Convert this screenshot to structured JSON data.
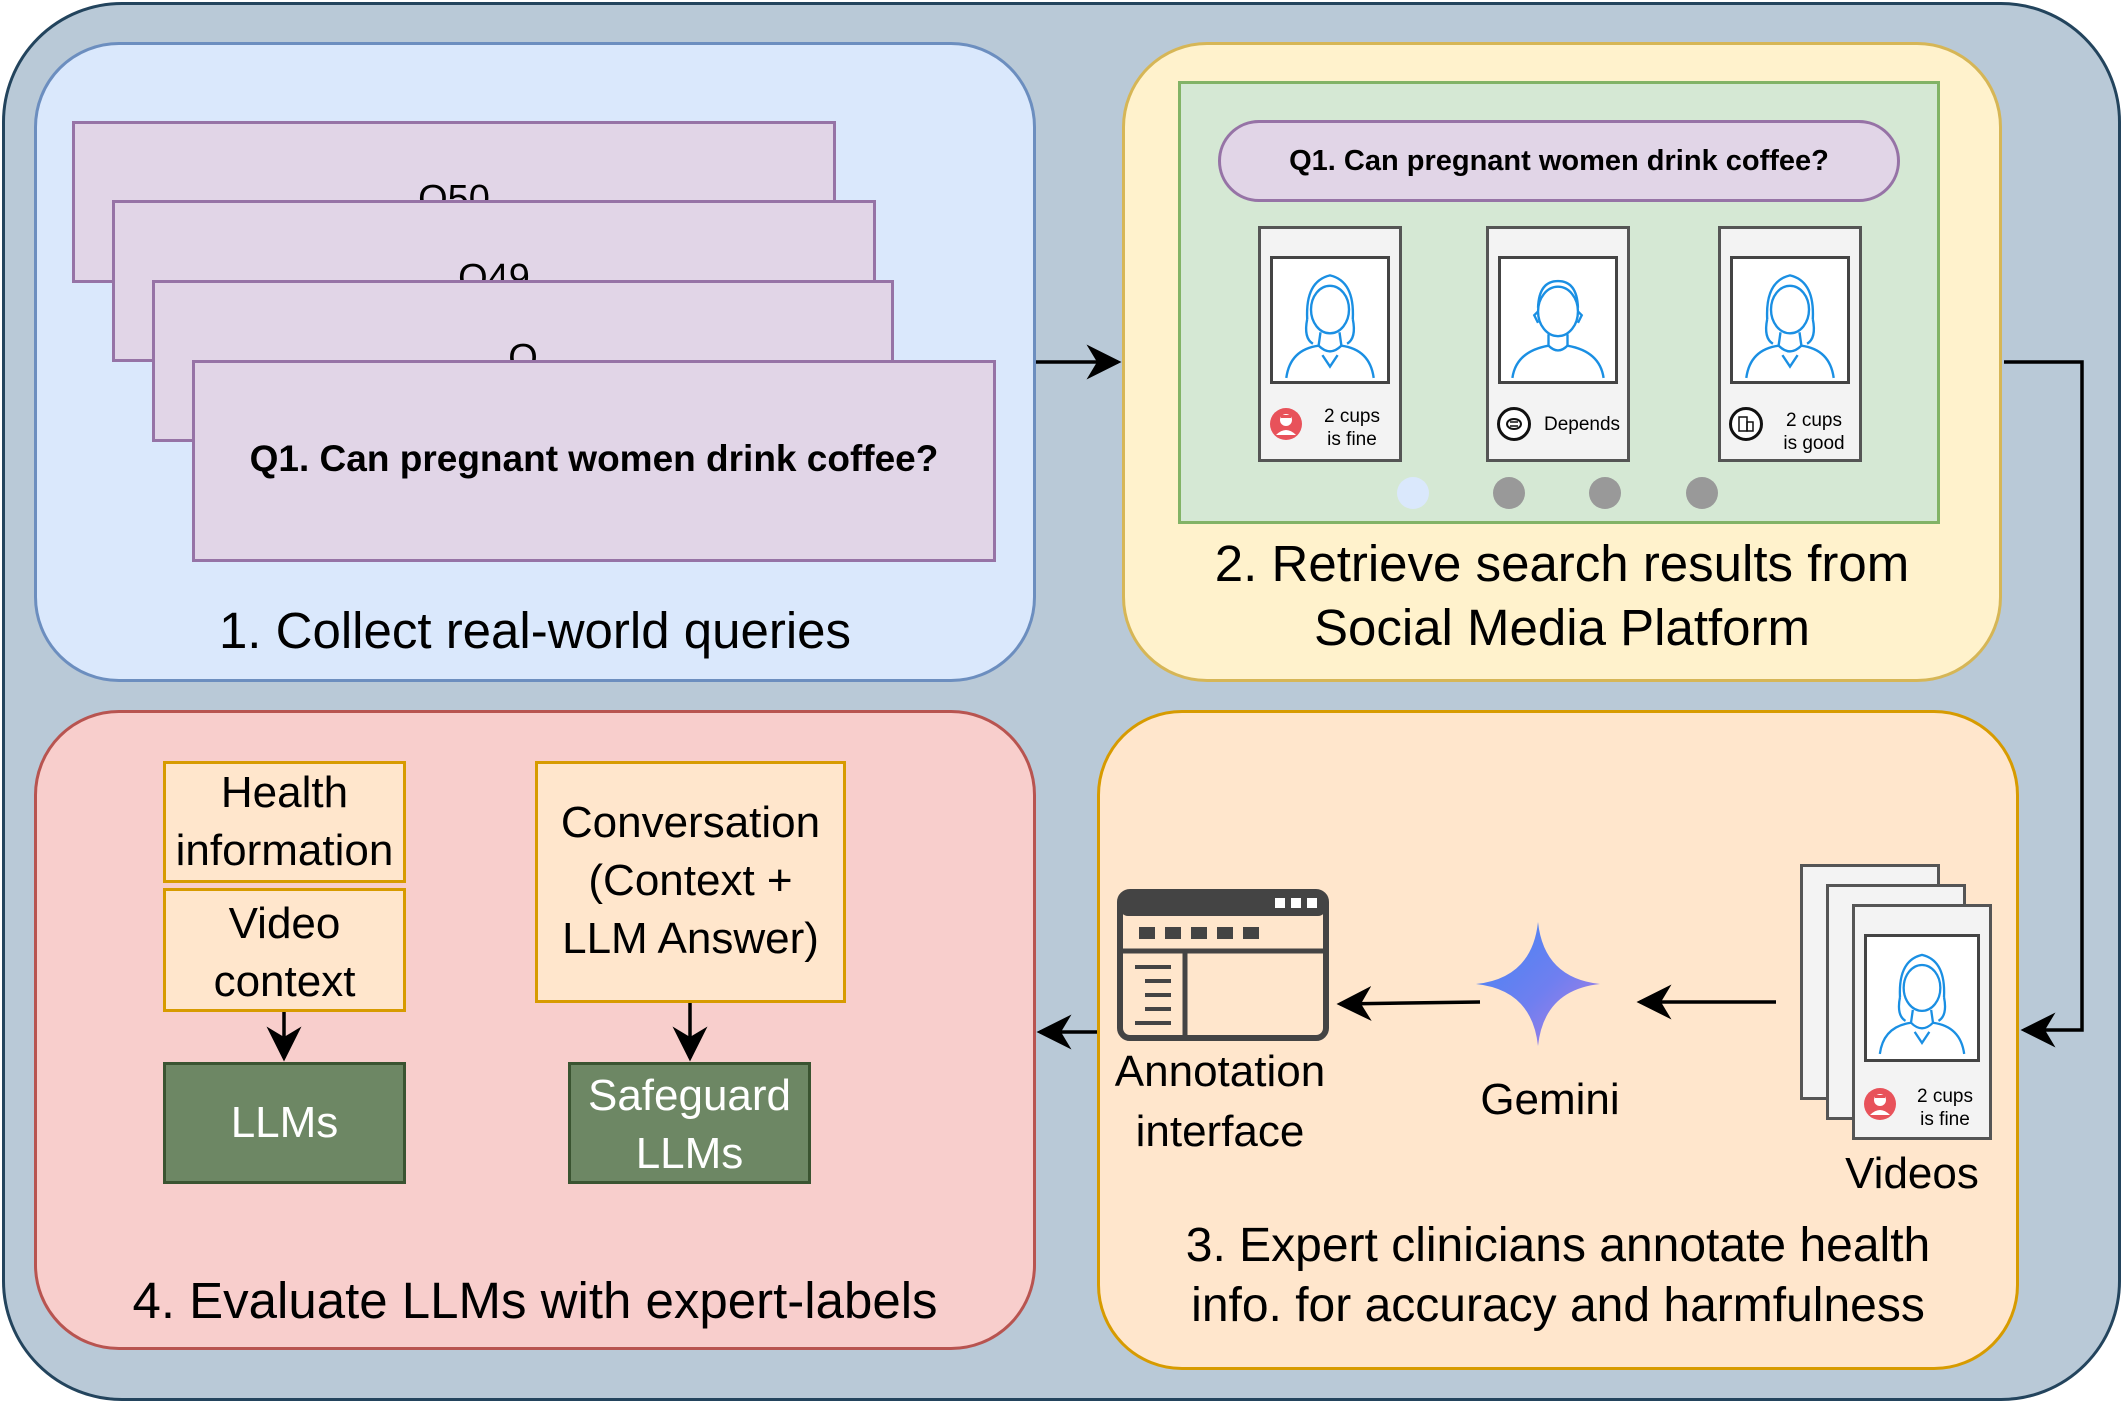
{
  "panel1": {
    "cards": [
      "Q50",
      "Q49",
      "Q",
      "Q1. Can pregnant women drink coffee?"
    ],
    "label": "1. Collect real-world queries"
  },
  "panel2": {
    "query": "Q1. Can pregnant women drink coffee?",
    "results": [
      {
        "line1": "2 cups",
        "line2": "is fine",
        "badge_icon": "doctor-icon"
      },
      {
        "line1": "Depends",
        "line2": "",
        "badge_icon": "brain-icon"
      },
      {
        "line1": "2 cups",
        "line2": "is good",
        "badge_icon": "building-icon"
      }
    ],
    "active_dot": 0,
    "label_line1": "2. Retrieve search results from",
    "label_line2": "Social Media Platform"
  },
  "panel3": {
    "annotation_label_line1": "Annotation",
    "annotation_label_line2": "interface",
    "gemini_label": "Gemini",
    "videos_label": "Videos",
    "video_caption_line1": "2 cups",
    "video_caption_line2": "is fine",
    "label_line1": "3. Expert clinicians annotate health",
    "label_line2": "info. for accuracy and harmfulness"
  },
  "panel4": {
    "health_info_line1": "Health",
    "health_info_line2": "information",
    "video_context_line1": "Video",
    "video_context_line2": "context",
    "llms": "LLMs",
    "conversation_line1": "Conversation",
    "conversation_line2": "(Context +",
    "conversation_line3": "LLM Answer)",
    "safeguard_line1": "Safeguard",
    "safeguard_line2": "LLMs",
    "label": "4. Evaluate LLMs with expert-labels"
  },
  "colors": {
    "panel1": "#dae8fc",
    "panel2": "#fff2cc",
    "panel3": "#ffe6cc",
    "panel4": "#f8cecc",
    "outer": "#b9c9d7",
    "person_icon": "#1a8fe3",
    "llm_box": "#6d8764"
  }
}
